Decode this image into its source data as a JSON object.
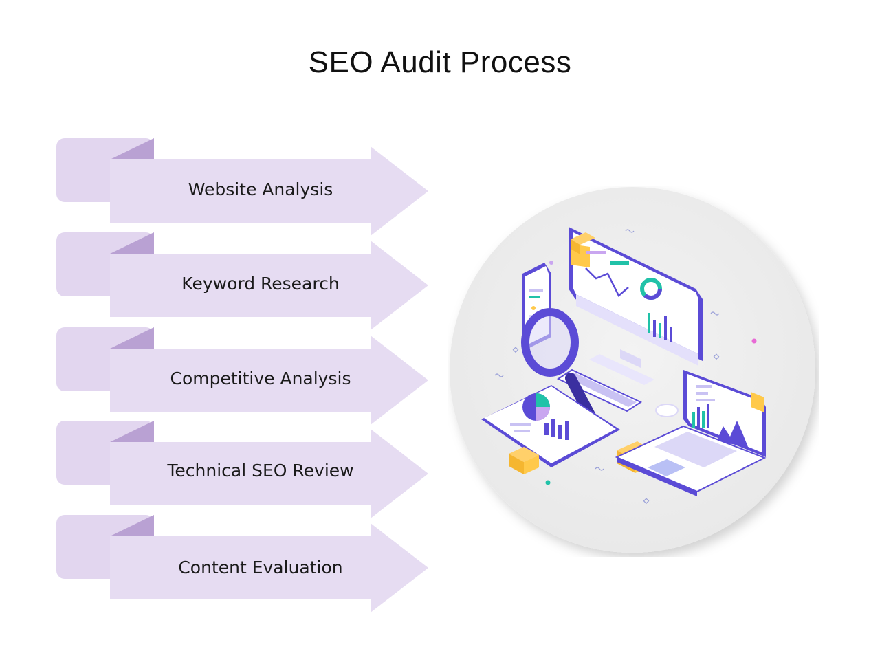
{
  "title": "SEO Audit Process",
  "steps": [
    {
      "label": "Website Analysis"
    },
    {
      "label": "Keyword Research"
    },
    {
      "label": "Competitive Analysis"
    },
    {
      "label": "Technical SEO Review"
    },
    {
      "label": "Content Evaluation"
    }
  ],
  "colors": {
    "arrow_fill": "#e6dcf2",
    "arrow_fold": "#b9a1d3",
    "tab_fill": "#e2d6ef",
    "circle_bg": "#efefef",
    "accent_purple": "#5b4bd6",
    "accent_teal": "#21c2a8",
    "accent_yellow": "#ffc94a"
  },
  "illustration": {
    "icons": [
      "monitor-icon",
      "magnifying-glass-icon",
      "laptop-icon",
      "tablet-icon",
      "phone-icon",
      "package-icon"
    ]
  }
}
